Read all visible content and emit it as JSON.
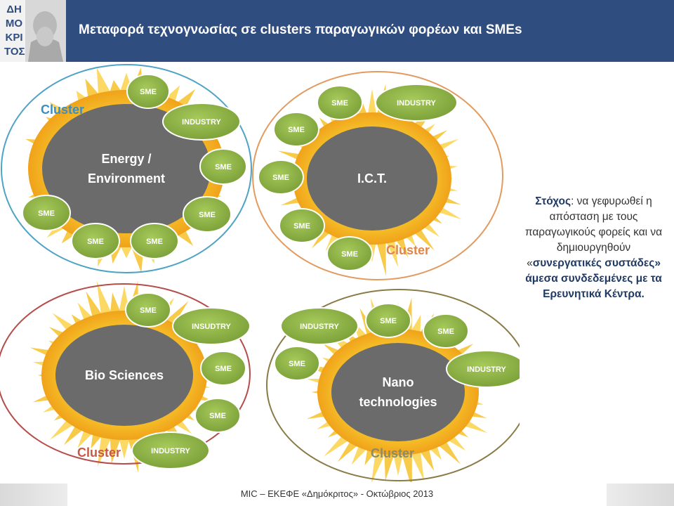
{
  "header": {
    "title": "Μεταφορά τεχνογνωσίας σε clusters παραγωγικών φορέων και SMEs",
    "logo_letters": [
      "Δ",
      "Η",
      "Μ",
      "Ο",
      "Κ",
      "Ρ",
      "Ι",
      "Τ",
      "Ο",
      "Σ"
    ]
  },
  "colors": {
    "header_bg": "#2f4d7f",
    "core_gray": "#6b6b6b",
    "node_green": "#8ab143",
    "ray_yellow": "#f7c933"
  },
  "clusters": [
    {
      "center_label": [
        "Energy /",
        "Environment"
      ],
      "cluster_label": "Cluster",
      "ring_color": "#4fa3c4",
      "label_color": "#3b8fc0",
      "nodes": [
        "SME",
        "INDUSTRY",
        "SME",
        "SME",
        "SME",
        "SME",
        "SME"
      ]
    },
    {
      "center_label": [
        "I.C.T."
      ],
      "cluster_label": "Cluster",
      "ring_color": "#e39a5e",
      "label_color": "#e0864a",
      "nodes": [
        "SME",
        "INDUSTRY",
        "SME",
        "SME",
        "SME",
        "SME"
      ]
    },
    {
      "center_label": [
        "Bio Sciences"
      ],
      "cluster_label": "Cluster",
      "ring_color": "#b54d4a",
      "label_color": "#c65a45",
      "nodes": [
        "SME",
        "INSUDTRY",
        "SME",
        "SME",
        "INDUSTRY"
      ]
    },
    {
      "center_label": [
        "Nano",
        "technologies"
      ],
      "cluster_label": "Cluster",
      "ring_color": "#8a7a45",
      "label_color": "#8d8a6a",
      "nodes": [
        "INDUSTRY",
        "SME",
        "SME",
        "SME",
        "INDUSTRY"
      ]
    }
  ],
  "side_text": {
    "label": "Στόχος",
    "intro": ": να γεφυρωθεί η απόσταση με τους παραγωγικούς φορείς και να δημιουργηθούν",
    "open_quote": "«",
    "highlight": "συνεργατικές συστάδες» άμεσα συνδεδεμένες με τα Ερευνητικά Κέντρα."
  },
  "footer": {
    "text": "MIC – ΕΚΕΦΕ «Δημόκριτος» - Οκτώβριος 2013"
  }
}
